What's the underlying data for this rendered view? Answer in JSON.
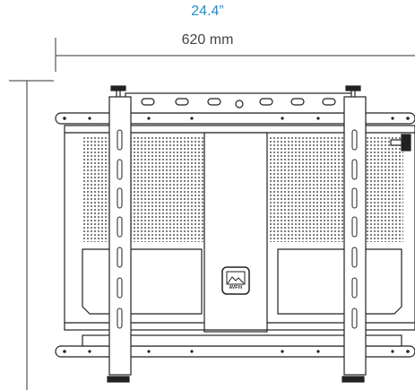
{
  "dimensions": {
    "width_in": "24.4”",
    "width_mm": "620 mm"
  },
  "logo": {
    "text": "AVF®I"
  },
  "colors": {
    "inch_label": "#1f8fd0",
    "mm_label": "#444444",
    "line": "#222222"
  }
}
